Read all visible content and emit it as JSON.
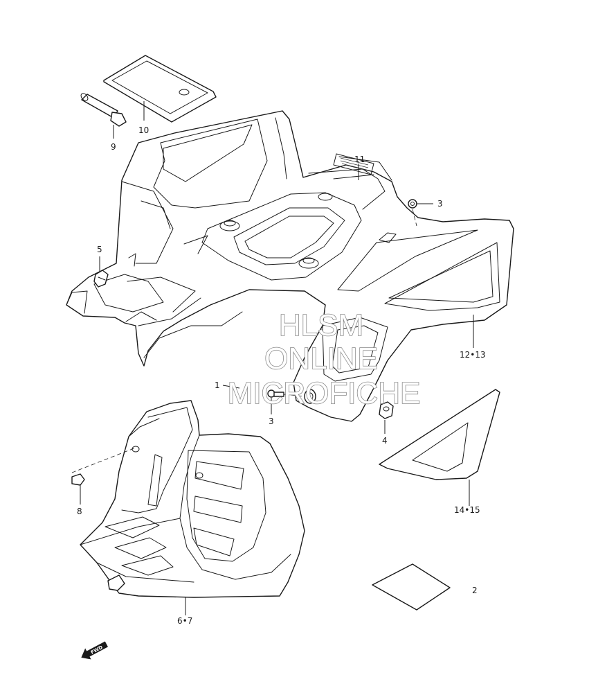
{
  "callouts": {
    "c1": "1",
    "c2": "2",
    "c3a": "3",
    "c3b": "3",
    "c4": "4",
    "c5": "5",
    "c6_7": "6•7",
    "c8": "8",
    "c9": "9",
    "c10": "10",
    "c11": "11",
    "c12_13": "12•13",
    "c14_15": "14•15"
  },
  "watermark": {
    "line1": "HLSM",
    "line2": "ONLINE",
    "line3": "MICROFICHE"
  },
  "direction_marker": {
    "label": "FWD"
  }
}
